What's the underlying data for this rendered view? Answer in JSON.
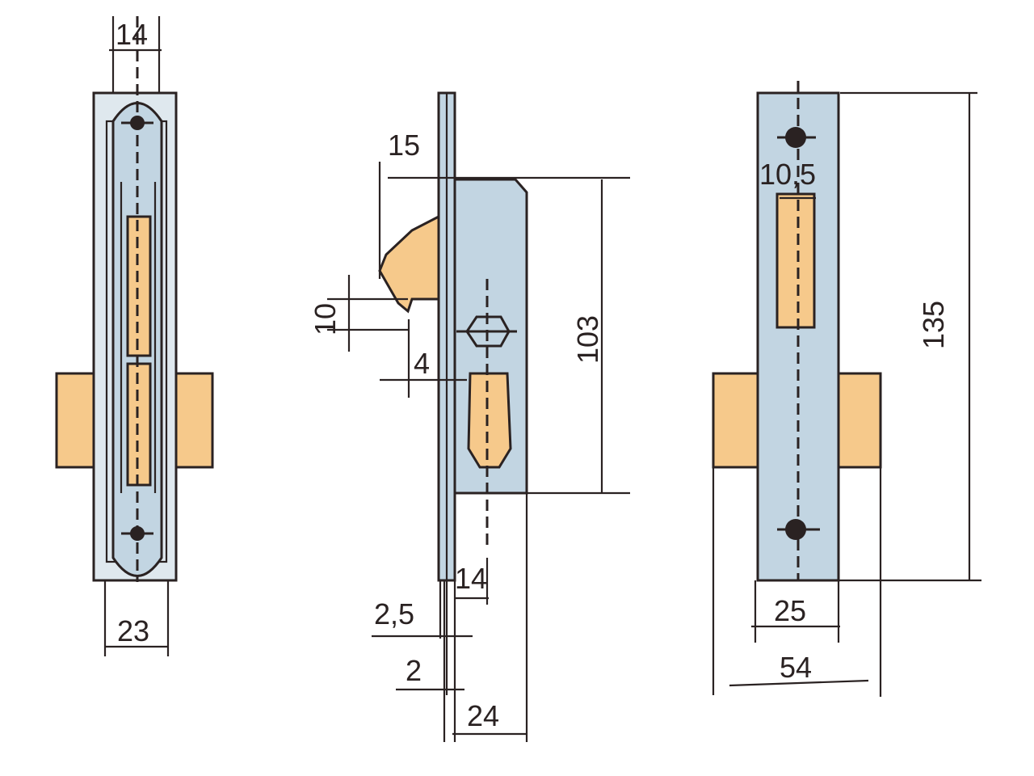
{
  "diagram": {
    "colors": {
      "plate": "#c2d5e2",
      "brass": "#f6c98b",
      "line": "#2a2222"
    },
    "front_view": {
      "top_width": "14",
      "bottom_width": "23"
    },
    "side_view": {
      "latch_projection": "15",
      "body_height": "103",
      "latch_offset": "10",
      "cylinder_offset": "4",
      "backset_small": "14",
      "plate_thickness": "2,5",
      "gap": "2",
      "body_depth": "24"
    },
    "rear_view": {
      "slot_width": "10,5",
      "plate_height": "135",
      "plate_width": "25",
      "overall_width": "54"
    }
  }
}
